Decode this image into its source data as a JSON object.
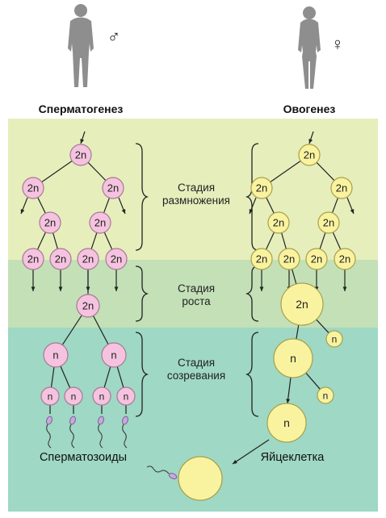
{
  "header": {
    "male_title": "Сперматогенез",
    "female_title": "Овогенез",
    "male_symbol": "♂",
    "female_symbol": "♀"
  },
  "stages": [
    {
      "line1": "Стадия",
      "line2": "размножения"
    },
    {
      "line1": "Стадия",
      "line2": "роста"
    },
    {
      "line1": "Стадия",
      "line2": "созревания"
    }
  ],
  "cell_labels": {
    "diploid": "2n",
    "haploid": "n"
  },
  "labels": {
    "spermatozoa": "Сперматозоиды",
    "egg": "Яйцеклетка"
  },
  "colors": {
    "band_reproduction": "#e6eebc",
    "band_growth": "#c3e0b7",
    "band_maturation": "#9fd8c4",
    "male_cell_fill": "#f5c3df",
    "male_cell_stroke": "#a67a93",
    "female_cell_fill": "#f9f3a0",
    "female_cell_stroke": "#a8a04a",
    "silhouette": "#8e8e8e",
    "line": "#222222"
  }
}
